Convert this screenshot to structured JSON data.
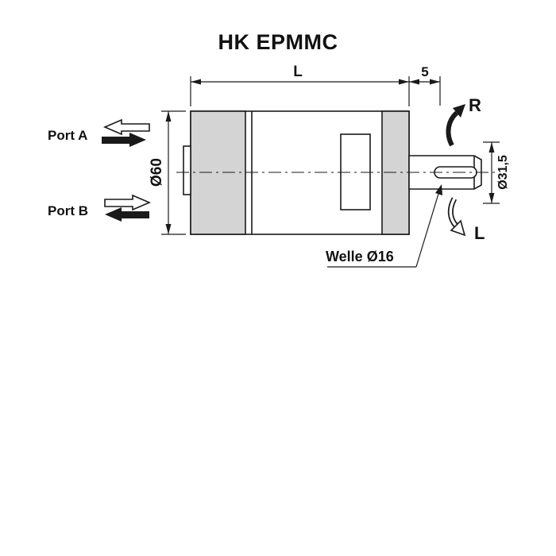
{
  "title": "HK EPMMC",
  "labels": {
    "port_a": "Port A",
    "port_b": "Port B",
    "rotation_right": "R",
    "rotation_left": "L",
    "dim_length": "L",
    "dim_offset": "5",
    "dim_body_diameter": "Ø60",
    "dim_pilot_diameter": "Ø31,5",
    "shaft": "Welle Ø16"
  },
  "colors": {
    "line": "#1a1a1a",
    "body_fill": "#d4d4d4",
    "background": "#ffffff"
  }
}
